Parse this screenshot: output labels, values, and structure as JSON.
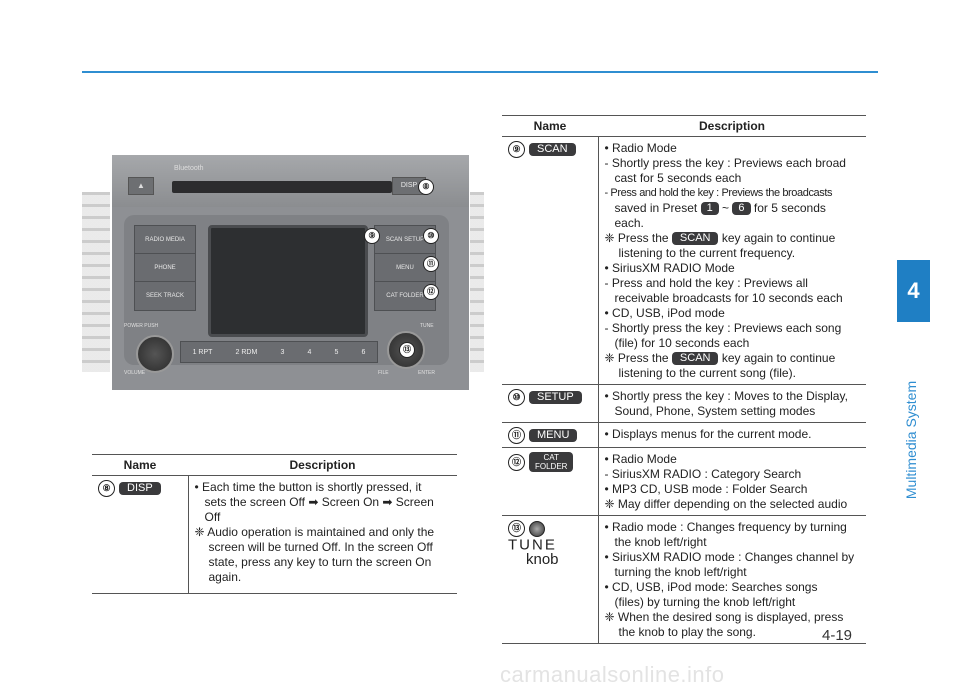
{
  "side": {
    "chapter_number": "4",
    "chapter_title": "Multimedia System"
  },
  "page_number": "4-19",
  "footer": "carmanualsonline.info",
  "device": {
    "bluetooth": "Bluetooth",
    "eject": "▲",
    "disp": "DISP",
    "left_buttons": [
      "RADIO MEDIA",
      "PHONE",
      "SEEK TRACK"
    ],
    "right_buttons": [
      "SCAN SETUP",
      "MENU",
      "CAT FOLDER"
    ],
    "presets": [
      "1 RPT",
      "2 RDM",
      "3",
      "4",
      "5",
      "6"
    ],
    "power": "POWER PUSH",
    "volume": "VOLUME",
    "tune": "TUNE",
    "file": "FILE",
    "enter": "ENTER",
    "callouts": [
      "⑧",
      "⑨",
      "⑩",
      "⑪",
      "⑫",
      "⑬"
    ]
  },
  "left_table": {
    "header_name": "Name",
    "header_desc": "Description",
    "row": {
      "num": "⑧",
      "key": "DISP",
      "lines": [
        "• Each time the button is shortly pressed, it",
        "sets the screen Off ➡ Screen On ➡ Screen",
        "Off",
        "❈ Audio operation is maintained and only the",
        "screen will be turned Off. In the screen Off",
        "state, press any key to turn the screen On",
        "again."
      ]
    }
  },
  "right_table": {
    "header_name": "Name",
    "header_desc": "Description",
    "r9": {
      "num": "⑨",
      "key": "SCAN",
      "l1": "• Radio Mode",
      "l2": "- Shortly press the key : Previews each broad",
      "l3": "cast for 5 seconds each",
      "l4": "- Press and hold the key : Previews the broadcasts",
      "l5a": "saved in Preset",
      "k1": "1",
      "tilde": "~",
      "k6": "6",
      "l5b": "for 5 seconds",
      "l6": "each.",
      "l7a": "❈ Press the",
      "kscan1": "SCAN",
      "l7b": "key again to continue",
      "l8": "listening to the current frequency.",
      "l9": "• SiriusXM RADIO Mode",
      "l10": "- Press and hold the key : Previews all",
      "l11": "receivable broadcasts for 10 seconds each",
      "l12": "• CD, USB, iPod mode",
      "l13": "- Shortly press the key : Previews each song",
      "l14": "(file) for 10 seconds each",
      "l15a": "❈ Press the",
      "kscan2": "SCAN",
      "l15b": "key again to continue",
      "l16": "listening to the current song (file)."
    },
    "r10": {
      "num": "⑩",
      "key": "SETUP",
      "l1": "• Shortly press the key : Moves to the Display,",
      "l2": "Sound, Phone, System setting modes"
    },
    "r11": {
      "num": "⑪",
      "key": "MENU",
      "l1": "• Displays menus for the current mode."
    },
    "r12": {
      "num": "⑫",
      "key_top": "CAT",
      "key_bottom": "FOLDER",
      "l1": "• Radio Mode",
      "l2": "- SiriusXM RADIO : Category Search",
      "l3": "• MP3 CD, USB mode : Folder Search",
      "l4": "❈ May differ depending on the selected audio"
    },
    "r13": {
      "num": "⑬",
      "tune": "TUNE",
      "knob": "knob",
      "l1": "• Radio mode : Changes frequency by turning",
      "l2": "the knob left/right",
      "l3": "• SiriusXM RADIO mode : Changes channel by",
      "l4": "turning the knob left/right",
      "l5": "• CD, USB, iPod mode: Searches songs",
      "l6": "(files) by turning the knob left/right",
      "l7": "❈ When the desired song is displayed, press",
      "l8": "the knob to play the song."
    }
  }
}
